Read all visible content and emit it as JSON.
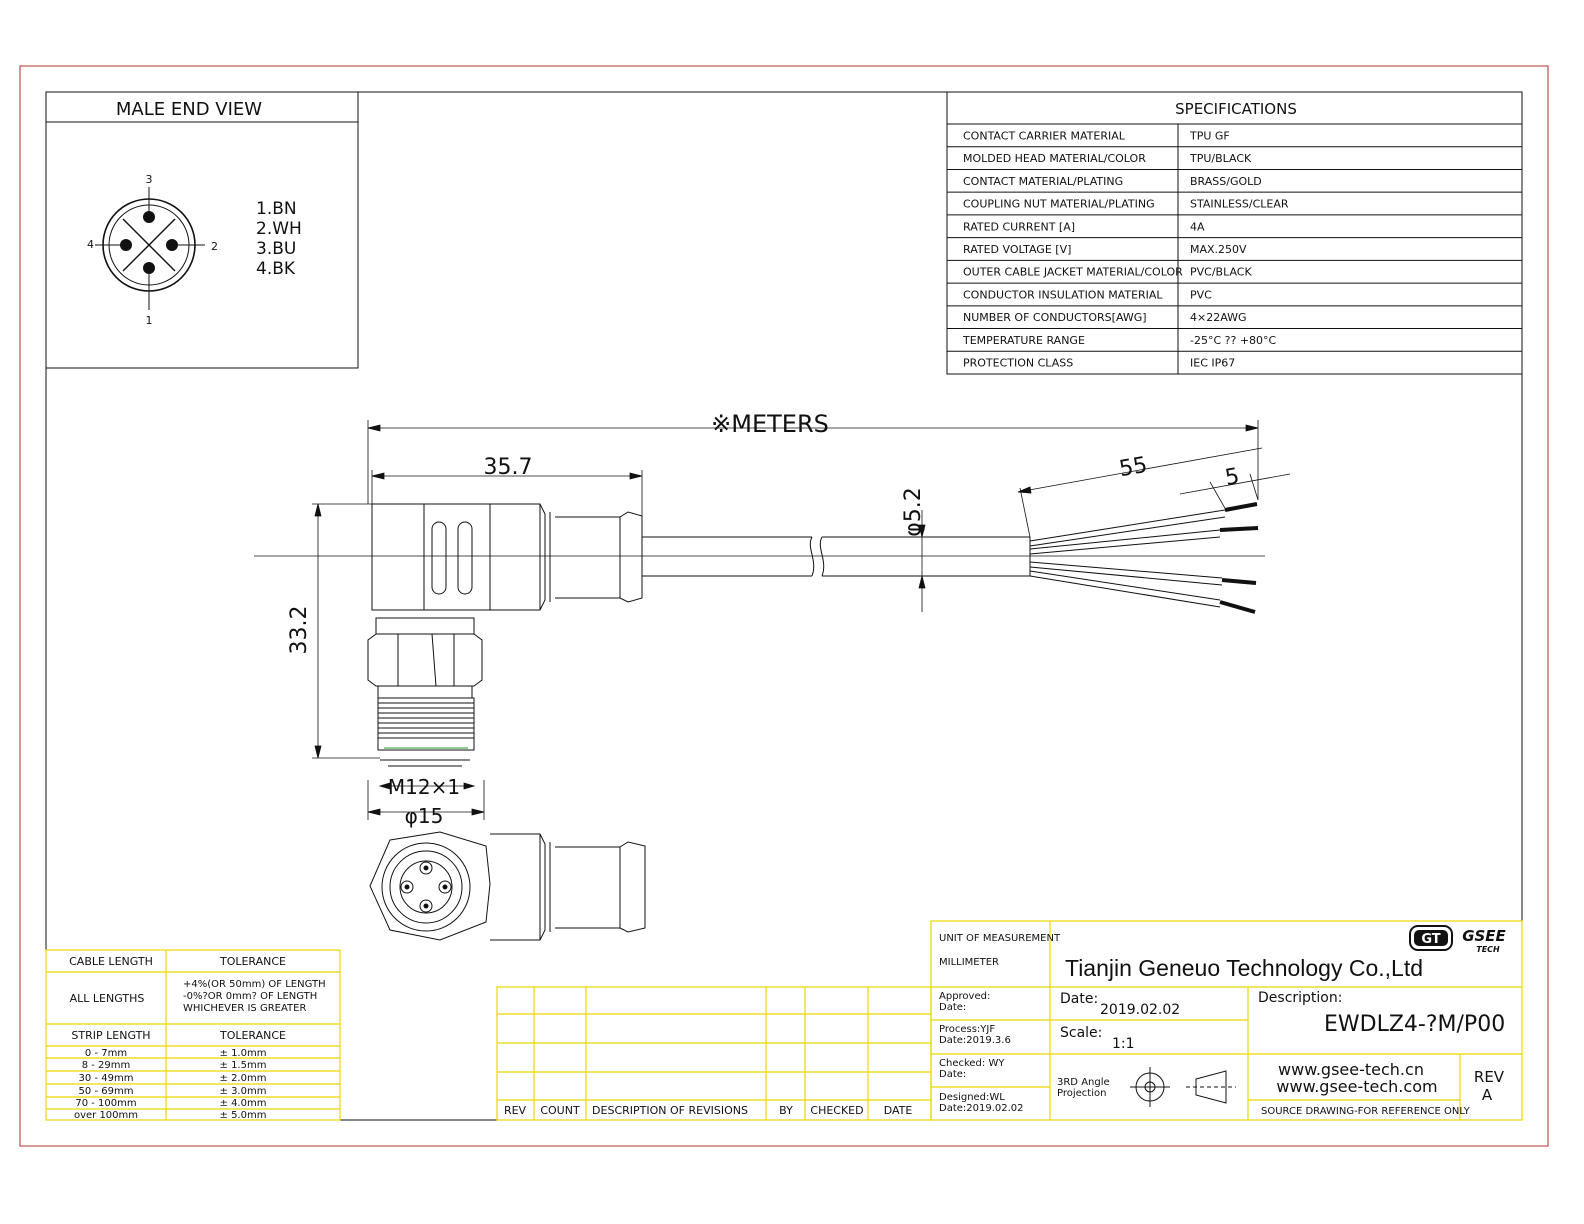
{
  "male_end_view": {
    "title": "MALE END VIEW",
    "pin_numbers": [
      "1",
      "2",
      "3",
      "4"
    ],
    "pin_colors": [
      "1.BN",
      "2.WH",
      "3.BU",
      "4.BK"
    ]
  },
  "specifications": {
    "title": "SPECIFICATIONS",
    "rows": [
      {
        "label": "CONTACT CARRIER MATERIAL",
        "value": "TPU  GF"
      },
      {
        "label": "MOLDED HEAD MATERIAL/COLOR",
        "value": "TPU/BLACK"
      },
      {
        "label": "CONTACT MATERIAL/PLATING",
        "value": "BRASS/GOLD"
      },
      {
        "label": "COUPLING NUT MATERIAL/PLATING",
        "value": "STAINLESS/CLEAR"
      },
      {
        "label": "RATED CURRENT [A]",
        "value": "4A"
      },
      {
        "label": "RATED VOLTAGE [V]",
        "value": "MAX.250V"
      },
      {
        "label": "OUTER CABLE JACKET MATERIAL/COLOR",
        "value": "PVC/BLACK"
      },
      {
        "label": "CONDUCTOR INSULATION MATERIAL",
        "value": "PVC"
      },
      {
        "label": "NUMBER OF CONDUCTORS[AWG]",
        "value": "4×22AWG"
      },
      {
        "label": "TEMPERATURE RANGE",
        "value": "-25°C ?? +80°C"
      },
      {
        "label": "PROTECTION CLASS",
        "value": "IEC  IP67"
      }
    ]
  },
  "dimensions": {
    "cable_length": "※METERS",
    "head_length": "35.7",
    "strip_length": "55",
    "strip_end": "5",
    "cable_diameter": "φ5.2",
    "head_height": "33.2",
    "thread": "M12×1",
    "nut_diameter": "φ15"
  },
  "tolerance_table": {
    "header": [
      "CABLE LENGTH",
      "TOLERANCE"
    ],
    "all_lengths_label": "ALL LENGTHS",
    "all_lengths_text": [
      "+4%(OR 50mm) OF LENGTH",
      "-0%?OR 0mm? OF LENGTH",
      "WHICHEVER  IS  GREATER"
    ],
    "strip_header": [
      "STRIP LENGTH",
      "TOLERANCE"
    ],
    "strip_rows": [
      {
        "range": "0 - 7mm",
        "tol": "± 1.0mm"
      },
      {
        "range": "8 - 29mm",
        "tol": "± 1.5mm"
      },
      {
        "range": "30 - 49mm",
        "tol": "± 2.0mm"
      },
      {
        "range": "50 - 69mm",
        "tol": "± 3.0mm"
      },
      {
        "range": "70 - 100mm",
        "tol": "± 4.0mm"
      },
      {
        "range": "over 100mm",
        "tol": "± 5.0mm"
      }
    ]
  },
  "revisions": {
    "headers": [
      "REV",
      "COUNT",
      "DESCRIPTION  OF  REVISIONS",
      "BY",
      "CHECKED",
      "DATE"
    ]
  },
  "title_block": {
    "unit_label": "UNIT OF MEASUREMENT",
    "unit_value": "MILLIMETER",
    "company": "Tianjin Geneuo Technology Co.,Ltd",
    "logo_text": "GT",
    "logo_brand": "GSEE",
    "logo_sub": "TECH",
    "approved": "Approved:",
    "approved_date": "Date:",
    "date_label": "Date:",
    "date_value": "2019.02.02",
    "description_label": "Description:",
    "description_value": "EWDLZ4-?M/P00",
    "process": "Process:YJF",
    "process_date": "Date:2019.3.6",
    "scale_label": "Scale:",
    "scale_value": "1:1",
    "checked": "Checked: WY",
    "checked_date": "Date:",
    "designed": "Designed:WL",
    "designed_date": "Date:2019.02.02",
    "projection": [
      "3RD Angle",
      "Projection"
    ],
    "website1": "www.gsee-tech.cn",
    "website2": "www.gsee-tech.com",
    "rev_label": "REV",
    "rev_value": "A",
    "source_note": "SOURCE DRAWING-FOR REFERENCE ONLY"
  },
  "colors": {
    "frame": "#c0504d",
    "title_block_border": "#e8d800",
    "ink": "#111111"
  }
}
